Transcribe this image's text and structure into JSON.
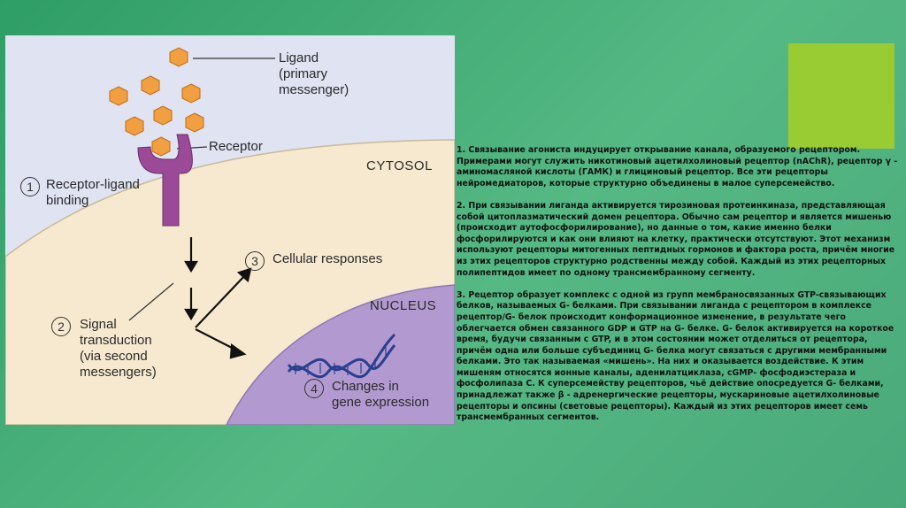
{
  "diagram": {
    "ligand_label": "Ligand\n(primary\nmessenger)",
    "receptor_label": "Receptor",
    "cytosol_label": "CYTOSOL",
    "nucleus_label": "NUCLEUS",
    "steps": [
      {
        "number": "1",
        "label": "Receptor-ligand\nbinding"
      },
      {
        "number": "2",
        "label": "Signal\ntransduction\n(via second\nmessengers)"
      },
      {
        "number": "3",
        "label": "Cellular responses"
      },
      {
        "number": "4",
        "label": "Changes in\ngene expression"
      }
    ],
    "colors": {
      "background": "#dfe3f2",
      "cytosol": "#f6e9cf",
      "nucleus": "#b29ad0",
      "ligand": "#f0a040",
      "receptor": "#9b4a97",
      "dna": "#2a3f8f"
    }
  },
  "text": {
    "paragraph1": "1. Связывание агониста индуцирует открывание канала, образуемого рецептором. Примерами могут служить никотиновый ацетилхолиновый рецептор (nAChR), рецептор γ - аминомасляной кислоты (ГАМК) и глициновый рецептор. Все эти рецепторы нейромедиаторов, которые структурно объединены в малое суперсемейство.",
    "paragraph2": "2. При связывании лиганда активируется тирозиновая протеинкиназа, представляющая собой цитоплазматический домен рецептора. Обычно сам рецептор и является мишенью (происходит аутофосфорилирование), но данные о том, какие именно белки фосфорилируются и как они влияют на клетку, практически отсутствуют.  Этот механизм используют рецепторы митогенных пептидных гормонов и фактора роста, причём многие из этих рецепторов структурно родственны между собой. Каждый из этих рецепторных полипептидов имеет по одному трансмембранному сегменту.",
    "paragraph3": "3. Рецептор образует комплекс с одной из групп мембраносвязанных GTP-связывающих белков, называемых G- белками. При связывании лиганда с рецептором в комплексе рецептор/G- белок происходит конформационное изменение, в результате чего облегчается обмен связанного GDP и GTP на G- белке. G- белок активируется на короткое время, будучи связанным с GTP, и в этом состоянии может отделиться от рецептора, причём одна или больше субъединиц G- белка могут связаться с другими мембранными белками. Это так называемая «мишень». На них и оказывается воздействие. К этим мишеням относятся ионные каналы, аденилатциклаза, cGMP- фосфодиэстераза и фосфолипаза С. К суперсемейству рецепторов, чьё действие опосредуется G- белками, принадлежат также β - адренергические рецепторы, мускариновые ацетилхолиновые рецепторы и опсины (световые рецепторы). Каждый из этих рецепторов имеет семь трансмембранных сегментов."
  },
  "accent_box_color": "#99cc33"
}
